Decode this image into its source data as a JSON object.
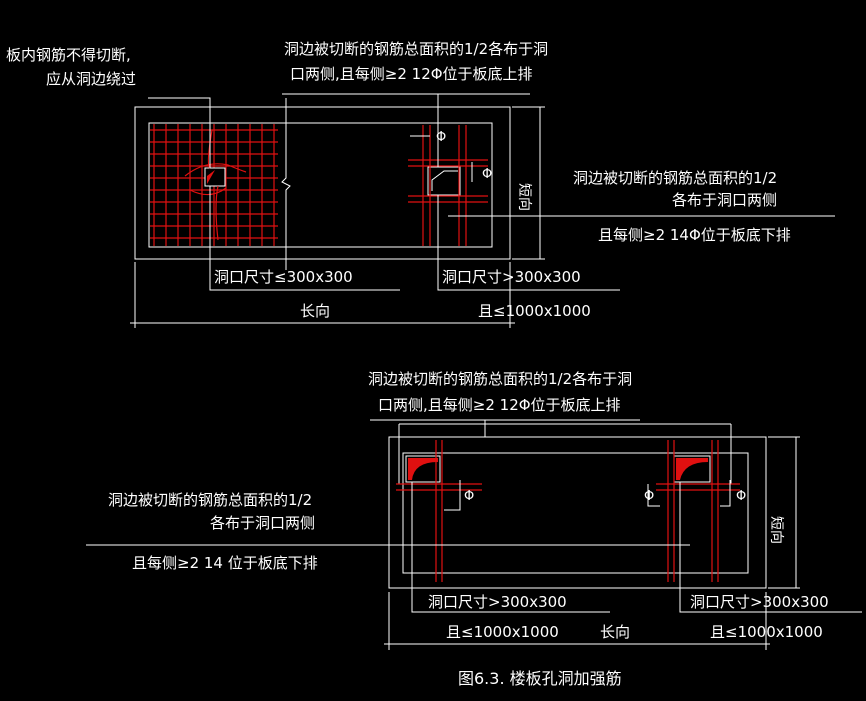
{
  "top": {
    "left_note": [
      "板内钢筋不得切断,",
      "应从洞边绕过"
    ],
    "top_note": [
      "洞边被切断的钢筋总面积的1/2各布于洞",
      "口两侧,且每侧≥2  12Φ位于板底上排"
    ],
    "right_note": [
      "洞边被切断的钢筋总面积的1/2",
      "各布于洞口两侧",
      "且每侧≥2  14Φ位于板底下排"
    ],
    "small_hole": "洞口尺寸≤300x300",
    "large_hole": [
      "洞口尺寸>300x300",
      "且≤1000x1000"
    ],
    "long_dir": "长向",
    "short_dir": "短向",
    "phi": "Φ"
  },
  "bottom": {
    "top_note": [
      "洞边被切断的钢筋总面积的1/2各布于洞",
      "口两侧,且每侧≥2  12Φ位于板底上排"
    ],
    "left_note": [
      "洞边被切断的钢筋总面积的1/2",
      "各布于洞口两侧",
      "且每侧≥2  14 位于板底下排"
    ],
    "hole_left": [
      "洞口尺寸>300x300",
      "且≤1000x1000"
    ],
    "hole_right": [
      "洞口尺寸>300x300",
      "且≤1000x1000"
    ],
    "long_dir": "长向",
    "short_dir": "短向",
    "phi": "Φ"
  },
  "caption": "图6.3. 楼板孔洞加强筋",
  "colors": {
    "background": "#000000",
    "line": "#ffffff",
    "rebar": "#e01010"
  }
}
